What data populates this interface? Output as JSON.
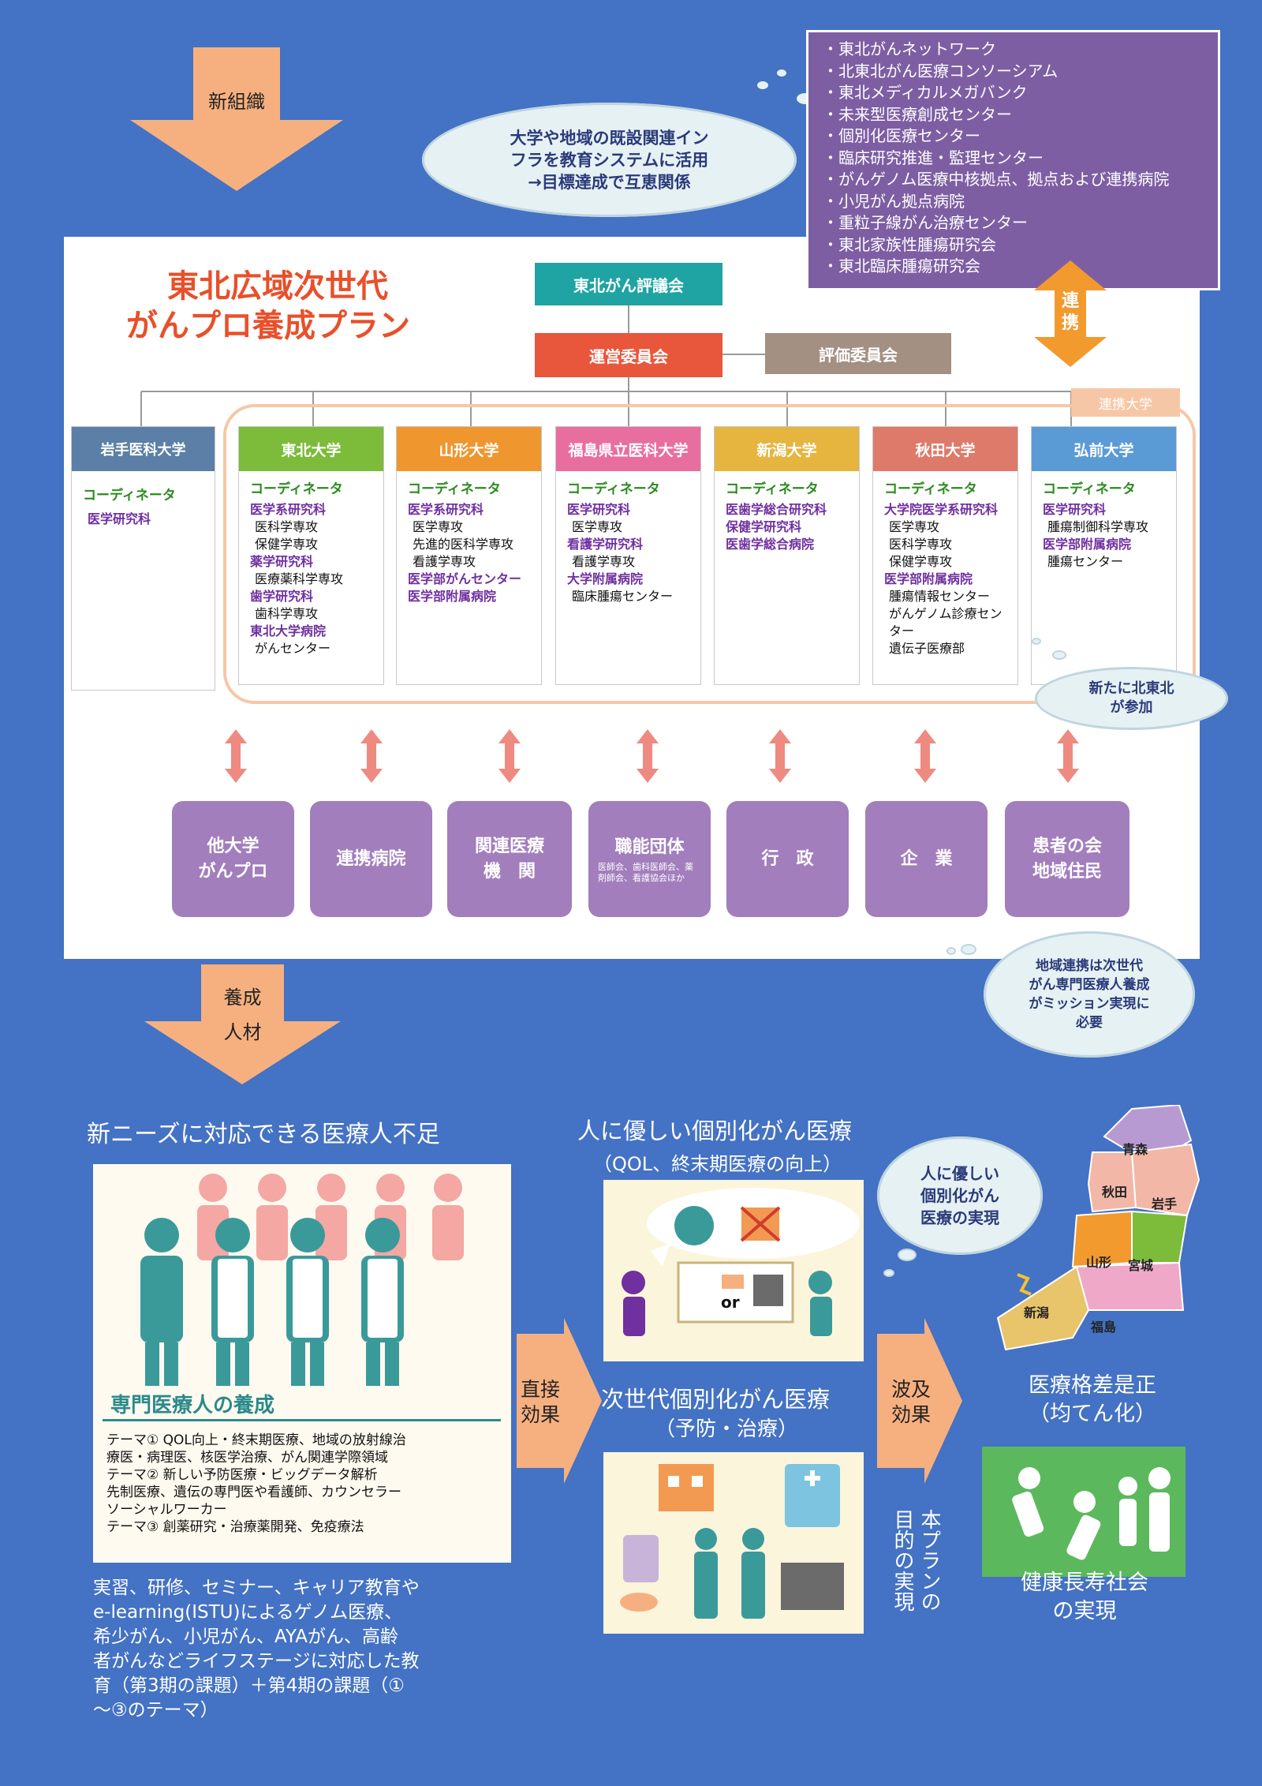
{
  "top_arrow_label": "新組織",
  "cloud_top": [
    "大学や地域の既設関連イン",
    "フラを教育システムに活用",
    "→目標達成で互恵関係"
  ],
  "network_items": [
    "・東北がんネットワーク",
    "・北東北がん医療コンソーシアム",
    "・東北メディカルメガバンク",
    "・未来型医療創成センター",
    "・個別化医療センター",
    "・臨床研究推進・監理センター",
    "・がんゲノム医療中核拠点、拠点および連携病院",
    "・小児がん拠点病院",
    "・重粒子線がん治療センター",
    "・東北家族性腫瘍研究会",
    "・東北臨床腫瘍研究会"
  ],
  "renkei_vertical": [
    "連",
    "携"
  ],
  "plan_title": [
    "東北広域次世代",
    "がんプロ養成プラン"
  ],
  "council": "東北がん評議会",
  "committee_ops": "運営委員会",
  "committee_eval": "評価委員会",
  "renkei_daigaku": "連携大学",
  "coordinator_label": "コーディネータ",
  "iwate": {
    "name": "岩手医科大学",
    "lines": [
      "医学研究科"
    ]
  },
  "universities": [
    {
      "name": "東北大学",
      "color": "#7dbb3b",
      "lines": [
        {
          "t": "医学系研究科",
          "p": true
        },
        {
          "t": "医科学専攻",
          "p": false
        },
        {
          "t": "保健学専攻",
          "p": false
        },
        {
          "t": "薬学研究科",
          "p": true
        },
        {
          "t": "医療薬科学専攻",
          "p": false
        },
        {
          "t": "歯学研究科",
          "p": true
        },
        {
          "t": "歯科学専攻",
          "p": false
        },
        {
          "t": "東北大学病院",
          "p": true
        },
        {
          "t": "がんセンター",
          "p": false
        }
      ]
    },
    {
      "name": "山形大学",
      "color": "#f0962e",
      "lines": [
        {
          "t": "医学系研究科",
          "p": true
        },
        {
          "t": "医学専攻",
          "p": false
        },
        {
          "t": "先進的医科学専攻",
          "p": false
        },
        {
          "t": "看護学専攻",
          "p": false
        },
        {
          "t": "医学部がんセンター",
          "p": true
        },
        {
          "t": "医学部附属病院",
          "p": true
        }
      ]
    },
    {
      "name": "福島県立医科大学",
      "color": "#e96ea0",
      "lines": [
        {
          "t": "医学研究科",
          "p": true
        },
        {
          "t": "医学専攻",
          "p": false
        },
        {
          "t": "看護学研究科",
          "p": true
        },
        {
          "t": "看護学専攻",
          "p": false
        },
        {
          "t": "大学附属病院",
          "p": true
        },
        {
          "t": "臨床腫瘍センター",
          "p": false
        }
      ]
    },
    {
      "name": "新潟大学",
      "color": "#e5b53f",
      "lines": [
        {
          "t": "医歯学総合研究科",
          "p": true
        },
        {
          "t": "保健学研究科",
          "p": true
        },
        {
          "t": "医歯学総合病院",
          "p": true
        }
      ]
    },
    {
      "name": "秋田大学",
      "color": "#de7a6a",
      "lines": [
        {
          "t": "大学院医学系研究科",
          "p": true
        },
        {
          "t": "医学専攻",
          "p": false
        },
        {
          "t": "医科学専攻",
          "p": false
        },
        {
          "t": "保健学専攻",
          "p": false
        },
        {
          "t": "医学部附属病院",
          "p": true
        },
        {
          "t": "腫瘍情報センター",
          "p": false
        },
        {
          "t": "がんゲノム診療センター",
          "p": false
        },
        {
          "t": "遺伝子医療部",
          "p": false
        }
      ]
    },
    {
      "name": "弘前大学",
      "color": "#5b9bd5",
      "lines": [
        {
          "t": "医学研究科",
          "p": true
        },
        {
          "t": "腫瘍制御科学専攻",
          "p": false
        },
        {
          "t": "医学部附属病院",
          "p": true
        },
        {
          "t": "腫瘍センター",
          "p": false
        }
      ]
    }
  ],
  "cloud_new": [
    "新たに北東北",
    "が参加"
  ],
  "stakeholders": [
    {
      "lines": [
        "他大学",
        "がんプロ"
      ],
      "sub": ""
    },
    {
      "lines": [
        "連携病院"
      ],
      "sub": ""
    },
    {
      "lines": [
        "関連医療",
        "機　関"
      ],
      "sub": ""
    },
    {
      "lines": [
        "職能団体"
      ],
      "sub": "医師会、歯科医師会、薬剤師会、看護協会ほか"
    },
    {
      "lines": [
        "行　政"
      ],
      "sub": ""
    },
    {
      "lines": [
        "企　業"
      ],
      "sub": ""
    },
    {
      "lines": [
        "患者の会",
        "地域住民"
      ],
      "sub": ""
    }
  ],
  "cloud_mission": [
    "地域連携は次世代",
    "がん専門医療人養成",
    "がミッション実現に",
    "必要"
  ],
  "second_arrow_label": [
    "養成",
    "人材"
  ],
  "left_title": "新ニーズに対応できる医療人不足",
  "training_title": "専門医療人の養成",
  "training_lines": [
    "テーマ①  QOL向上・終末期医療、地域の放射線治",
    "療医・病理医、核医学治療、がん関連学際領域",
    "テーマ②  新しい予防医療・ビッグデータ解析",
    "先制医療、遺伝の専門医や看護師、カウンセラー",
    "ソーシャルワーカー",
    "テーマ③  創薬研究・治療薬開発、免疫療法"
  ],
  "bottom_text": [
    "実習、研修、セミナー、キャリア教育や",
    "e-learning(ISTU)によるゲノム医療、",
    "希少がん、小児がん、AYAがん、高齢",
    "者がんなどライフステージに対応した教",
    "育（第3期の課題）＋第4期の課題（①",
    "～③のテーマ）"
  ],
  "direct_effect": [
    "直接",
    "効果"
  ],
  "middle_title": "人に優しい個別化がん医療",
  "middle_subtitle": "（QOL、終末期医療の向上）",
  "or_label": "or",
  "next_gen_title": "次世代個別化がん医療",
  "next_gen_sub": "（予防・治療）",
  "ripple_effect": [
    "波及",
    "効果"
  ],
  "cloud_right": [
    "人に優しい",
    "個別化がん",
    "医療の実現"
  ],
  "plan_goal_vertical": [
    "本プランの",
    "目的の実現"
  ],
  "map_labels": [
    "青森",
    "秋田",
    "岩手",
    "山形",
    "宮城",
    "新潟",
    "福島"
  ],
  "disparity": [
    "医療格差是正",
    "（均てん化）"
  ],
  "healthy": [
    "健康長寿社会",
    "の実現"
  ],
  "colors": {
    "bg": "#4472c4",
    "purple_box": "#7e5ea3",
    "stake": "#a27ebd",
    "arrow": "#f6b07f",
    "plan_title": "#e8502a"
  }
}
